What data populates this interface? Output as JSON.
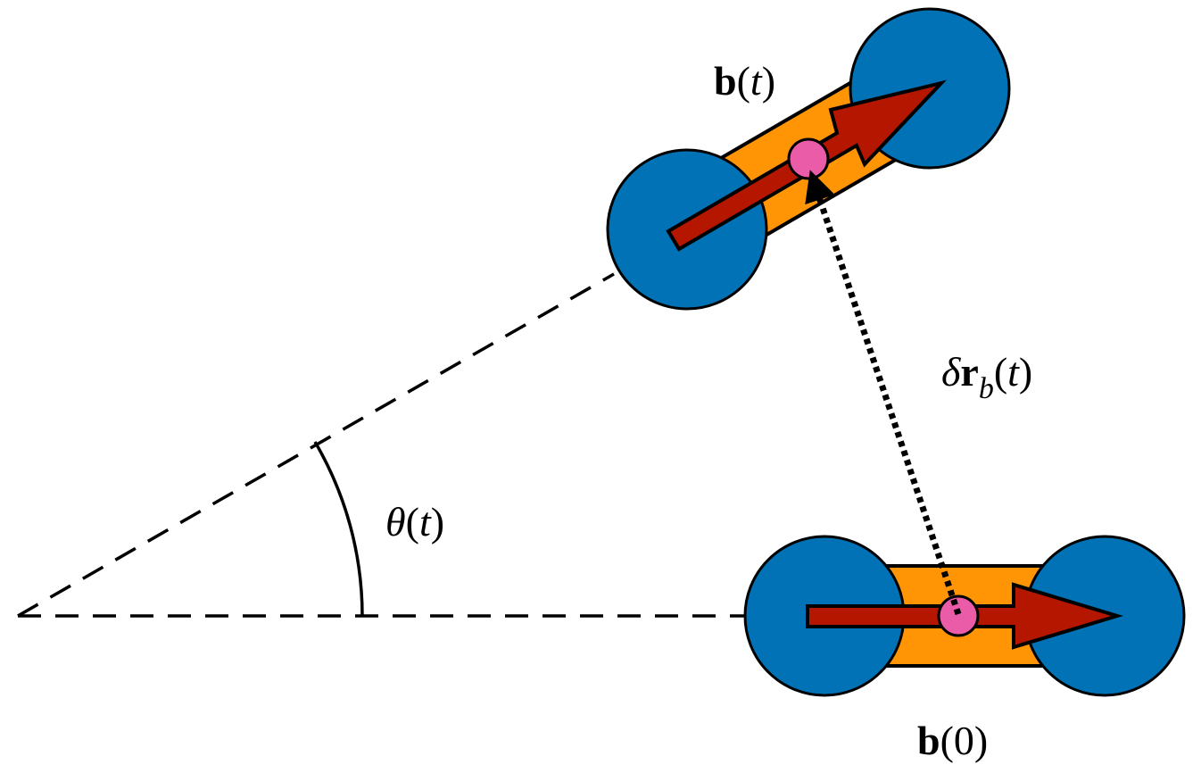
{
  "colors": {
    "wheel": "#0072b5",
    "body": "#ff9505",
    "arrow": "#b51600",
    "center": "#ea5ba8",
    "line": "#000000"
  },
  "labels": {
    "b_t": {
      "b": "b",
      "open": "(",
      "t": "t",
      "close": ")"
    },
    "b_0": {
      "b": "b",
      "open": "(",
      "zero": "0",
      "close": ")"
    },
    "delta_r": {
      "delta": "δ",
      "r": "r",
      "sub": "b",
      "open": "(",
      "t": "t",
      "close": ")"
    },
    "theta": {
      "theta": "θ",
      "open": "(",
      "t": "t",
      "close": ")"
    }
  }
}
